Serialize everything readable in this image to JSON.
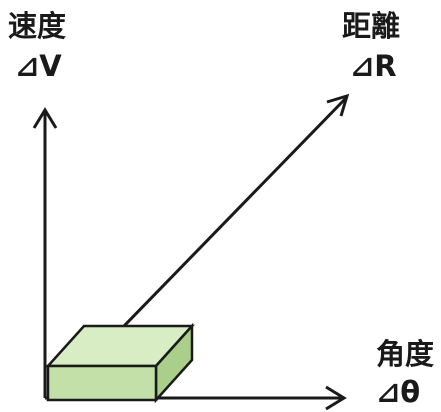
{
  "axes": {
    "vertical": {
      "title": "速度",
      "symbol": "⊿V"
    },
    "diagonal": {
      "title": "距離",
      "symbol": "⊿R"
    },
    "horizontal": {
      "title": "角度",
      "symbol": "⊿θ"
    }
  },
  "colors": {
    "box_front": "#c3e0a8",
    "box_top": "#d8edc4",
    "box_side": "#a9cf8a",
    "box_stroke": "#1a1a1a",
    "axis": "#1a1a1a"
  }
}
